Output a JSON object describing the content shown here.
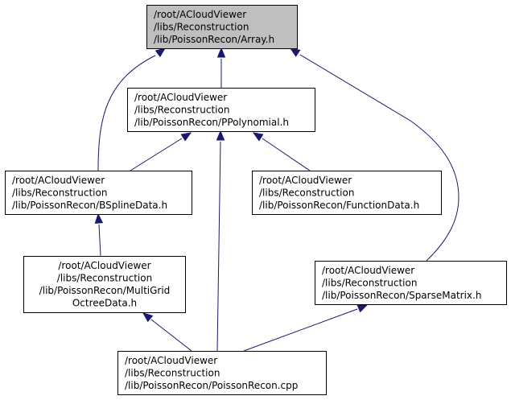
{
  "colors": {
    "edge": "#191970",
    "highlight_fill": "#bfbfbf",
    "node_fill": "#ffffff",
    "node_border": "#000000"
  },
  "graph": {
    "nodes": [
      {
        "id": "array",
        "lines": [
          "/root/ACloudViewer",
          "/libs/Reconstruction",
          "/lib/PoissonRecon/Array.h"
        ],
        "highlighted": true
      },
      {
        "id": "ppolynomial",
        "lines": [
          "/root/ACloudViewer",
          "/libs/Reconstruction",
          "/lib/PoissonRecon/PPolynomial.h"
        ],
        "highlighted": false
      },
      {
        "id": "bsplinedata",
        "lines": [
          "/root/ACloudViewer",
          "/libs/Reconstruction",
          "/lib/PoissonRecon/BSplineData.h"
        ],
        "highlighted": false
      },
      {
        "id": "functiondata",
        "lines": [
          "/root/ACloudViewer",
          "/libs/Reconstruction",
          "/lib/PoissonRecon/FunctionData.h"
        ],
        "highlighted": false
      },
      {
        "id": "multigridoctreedata",
        "lines": [
          "/root/ACloudViewer",
          "/libs/Reconstruction",
          "/lib/PoissonRecon/MultiGrid",
          "OctreeData.h"
        ],
        "highlighted": false
      },
      {
        "id": "sparsematrix",
        "lines": [
          "/root/ACloudViewer",
          "/libs/Reconstruction",
          "/lib/PoissonRecon/SparseMatrix.h"
        ],
        "highlighted": false
      },
      {
        "id": "poissonrecon",
        "lines": [
          "/root/ACloudViewer",
          "/libs/Reconstruction",
          "/lib/PoissonRecon/PoissonRecon.cpp"
        ],
        "highlighted": false
      }
    ],
    "edges": [
      {
        "from": "ppolynomial",
        "to": "array"
      },
      {
        "from": "bsplinedata",
        "to": "array"
      },
      {
        "from": "sparsematrix",
        "to": "array"
      },
      {
        "from": "bsplinedata",
        "to": "ppolynomial"
      },
      {
        "from": "functiondata",
        "to": "ppolynomial"
      },
      {
        "from": "poissonrecon",
        "to": "ppolynomial"
      },
      {
        "from": "multigridoctreedata",
        "to": "bsplinedata"
      },
      {
        "from": "poissonrecon",
        "to": "multigridoctreedata"
      },
      {
        "from": "poissonrecon",
        "to": "sparsematrix"
      }
    ]
  }
}
